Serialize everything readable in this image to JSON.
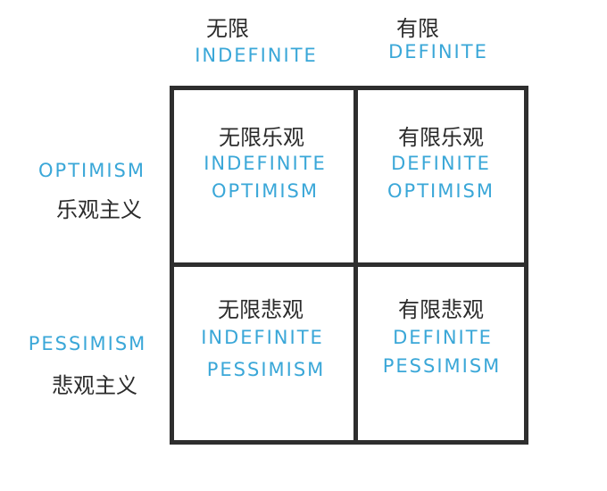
{
  "columns": {
    "left": {
      "cn": "无限",
      "en": "INDEFINITE"
    },
    "right": {
      "cn": "有限",
      "en": "DEFINITE"
    }
  },
  "rows": {
    "top": {
      "en": "OPTIMISM",
      "cn": "乐观主义"
    },
    "bottom": {
      "en": "PESSIMISM",
      "cn": "悲观主义"
    }
  },
  "cells": {
    "top_left": {
      "cn": "无限乐观",
      "en1": "INDEFINITE",
      "en2": "OPTIMISM"
    },
    "top_right": {
      "cn": "有限乐观",
      "en1": "DEFINITE",
      "en2": "OPTIMISM"
    },
    "bottom_left": {
      "cn": "无限悲观",
      "en1": "INDEFINITE",
      "en2": "PESSIMISM"
    },
    "bottom_right": {
      "cn": "有限悲观",
      "en1": "DEFINITE",
      "en2": "PESSIMISM"
    }
  },
  "colors": {
    "label_blue": "#3aa7d8",
    "text_dark": "#2b2b2b",
    "grid_line": "#2e2e2e"
  }
}
